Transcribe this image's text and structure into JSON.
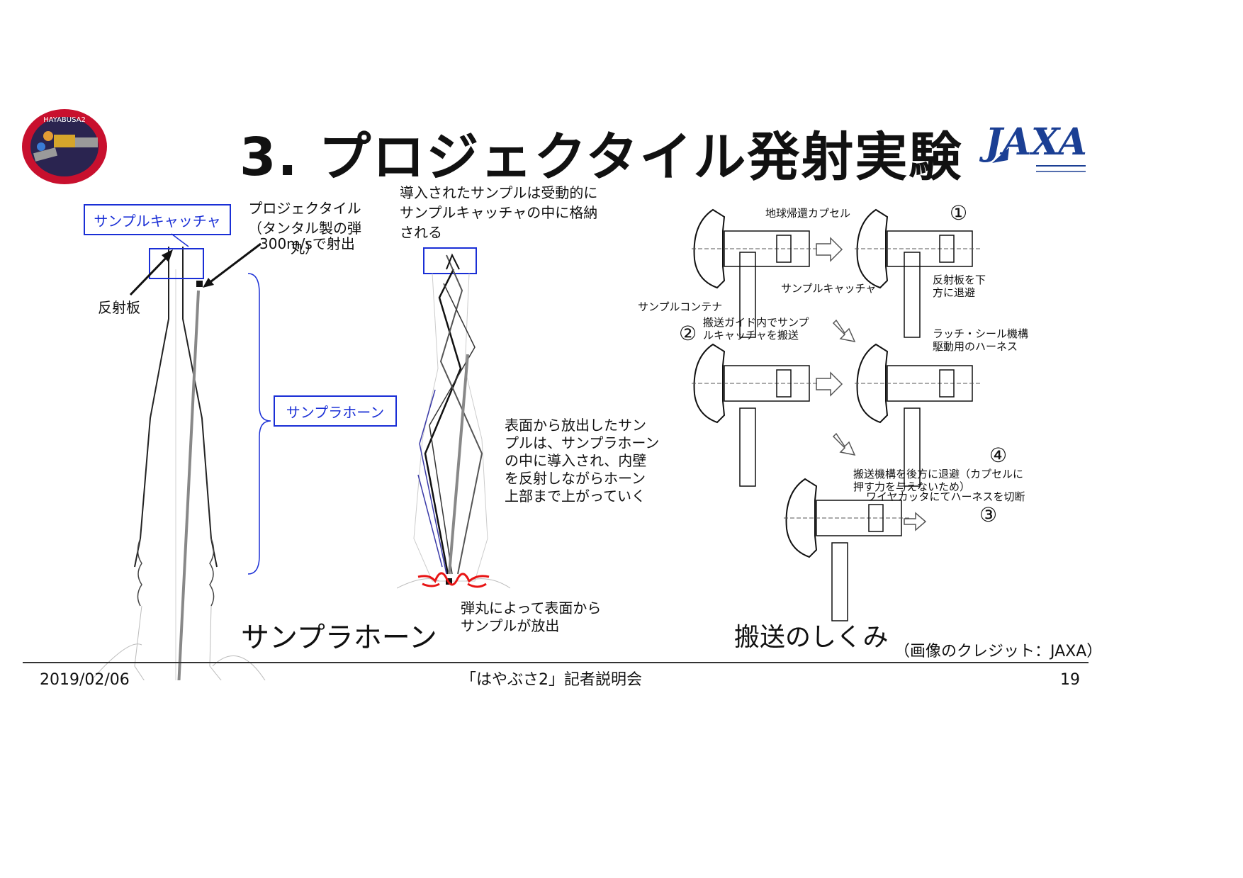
{
  "slide": {
    "title": "3. プロジェクタイル発射実験",
    "logo_left": {
      "text": "HAYABUSA2",
      "icon": "hayabusa2-mission-patch"
    },
    "logo_right": {
      "text": "JAXA",
      "icon": "jaxa-logo"
    }
  },
  "horn": {
    "sample_catcher_label": "サンプルキャッチャ",
    "projectile_label": "プロジェクタイル\n（タンタル製の弾丸）",
    "speed_label": "300m/sで射出",
    "reflector_label": "反射板",
    "sample_horn_label": "サンプラホーン",
    "captured_text": "導入されたサンプルは受動的に\nサンプルキャッチャの中に格納\nされる",
    "ejecta_text": "表面から放出したサン\nプルは、サンプラホーン\nの中に導入され、内壁\nを反射しながらホーン\n上部まで上がっていく",
    "impact_text": "弾丸によって表面から\nサンプルが放出",
    "section_title": "サンプラホーン"
  },
  "transport": {
    "capsule_label": "地球帰還カプセル",
    "catcher_label": "サンプルキャッチャ",
    "container_label": "サンプルコンテナ",
    "reflector_retract": "反射板を下\n方に退避",
    "step2_text": "搬送ガイド内でサンプ\nルキャッチャを搬送",
    "latch_text": "ラッチ・シール機構\n駆動用のハーネス",
    "step4_text": "搬送機構を後方に退避（カプセルに\n押す力を与えないため）",
    "cut_text": "ワイヤカッタにてハーネスを切断",
    "steps": [
      "①",
      "②",
      "③",
      "④"
    ],
    "section_title": "搬送のしくみ"
  },
  "credit": "（画像のクレジット：JAXA）",
  "footer": {
    "date": "2019/02/06",
    "event": "「はやぶさ2」記者説明会",
    "page": "19"
  },
  "colors": {
    "accent_blue": "#1a2fd6",
    "impact_red": "#e81414",
    "jaxa_blue": "#1b3f94",
    "patch_red": "#c8102e"
  }
}
